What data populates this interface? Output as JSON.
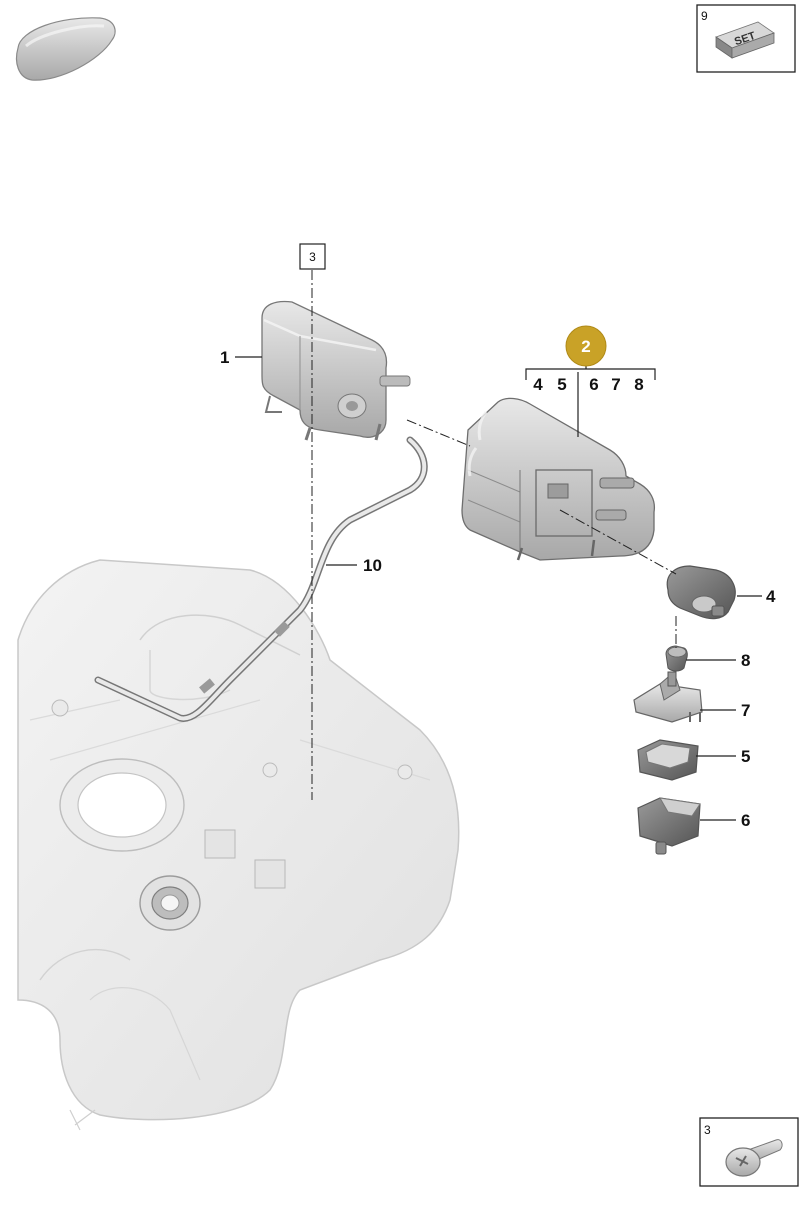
{
  "callouts": {
    "c1": "1",
    "c2": "2",
    "c4": "4",
    "c5": "5",
    "c6": "6",
    "c7": "7",
    "c8": "8",
    "c10": "10"
  },
  "group_subitems": [
    "4",
    "5",
    "6",
    "7",
    "8"
  ],
  "ref_boxes": {
    "top_right": "9",
    "bottom_right": "3",
    "center": "3"
  },
  "set_label": "SET",
  "colors": {
    "badge": "#c9a227",
    "line": "#222222",
    "part_dark": "#8a8a8a",
    "part_light": "#e6e6e6"
  }
}
